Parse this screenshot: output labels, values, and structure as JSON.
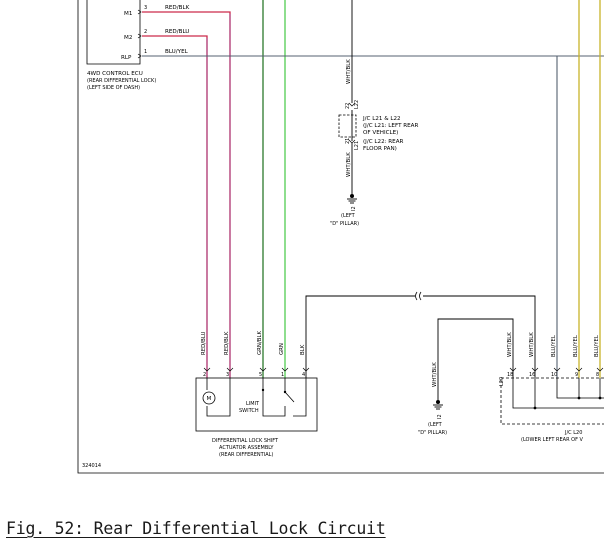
{
  "ecu": {
    "pins": [
      {
        "name": "M1",
        "num": "3",
        "wire": "RED/BLK"
      },
      {
        "name": "M2",
        "num": "2",
        "wire": "RED/BLU"
      },
      {
        "name": "RLP",
        "num": "1",
        "wire": "BLU/YEL"
      }
    ],
    "label_lines": [
      "4WD CONTROL ECU",
      "(REAR DIFFERENTIAL LOCK)",
      "(LEFT SIDE OF DASH)"
    ]
  },
  "junction": {
    "wire_upper": "WHT/BLK",
    "wire_lower": "WHT/BLK",
    "pin_top": "22",
    "pin_bottom": "21",
    "conn_top": "L22",
    "conn_bottom": "L21",
    "label_lines": [
      "J/C L21 & L22",
      "(J/C L21: LEFT REAR",
      "OF VEHICLE)",
      "(J/C L22: REAR",
      "FLOOR PAN)"
    ]
  },
  "ground1": {
    "id": "I2",
    "label_lines": [
      "(LEFT",
      "\"D\" PILLAR)"
    ]
  },
  "ground2": {
    "id": "I2",
    "label_lines": [
      "(LEFT",
      "\"D\" PILLAR)"
    ]
  },
  "ground_wire2": "WHT/BLK",
  "actuator": {
    "wires": [
      {
        "num": "2",
        "wire": "RED/BLU"
      },
      {
        "num": "3",
        "wire": "RED/BLK"
      },
      {
        "num": "5",
        "wire": "GRN/BLK"
      },
      {
        "num": "1",
        "wire": "GRN"
      },
      {
        "num": "4",
        "wire": "BLK"
      }
    ],
    "motor_symbol": "M",
    "switch_label_lines": [
      "LIMIT",
      "SWITCH"
    ],
    "label_lines": [
      "DIFFERENTIAL LOCK SHIFT",
      "ACTUATOR ASSEMBLY",
      "(REAR DIFFERENTIAL)"
    ]
  },
  "jc_l20": {
    "wires": [
      {
        "num": "18",
        "wire": "WHT/BLK"
      },
      {
        "num": "16",
        "wire": "WHT/BLK"
      },
      {
        "num": "10",
        "wire": "BLU/YEL"
      },
      {
        "num": "9",
        "wire": "BLU/YEL"
      },
      {
        "num": "8",
        "wire": "BLU/YEL"
      }
    ],
    "conn": "L20",
    "label_lines": [
      "J/C L20",
      "(LOWER LEFT REAR OF V"
    ]
  },
  "diagram_id": "324014",
  "caption": "Fig. 52: Rear Differential Lock Circuit",
  "colors": {
    "red_wire": "#cc2a4a",
    "violet_wire": "#8a3c9a",
    "green_wire": "#2c7a2c",
    "light_green_wire": "#52cc52",
    "blue_wire": "#556070",
    "yellow_wire": "#c8b42a",
    "black": "#000000"
  }
}
